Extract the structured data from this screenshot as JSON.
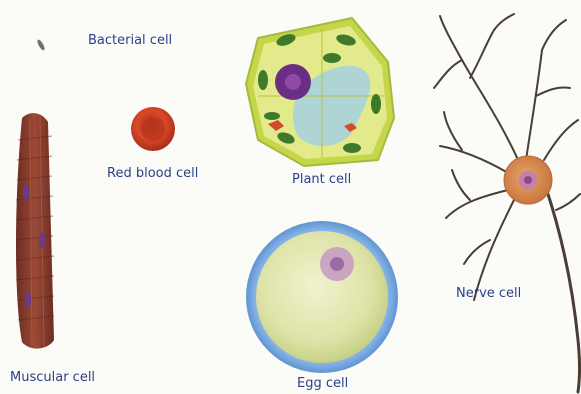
{
  "labels": {
    "bacterial_cell": "Bacterial cell",
    "red_blood_cell": "Red blood cell",
    "plant_cell": "Plant cell",
    "egg_cell": "Egg cell",
    "nerve_cell": "Nerve cell",
    "muscular_cell": "Muscular cell"
  },
  "colors": {
    "label_text": "#2b3f8a",
    "red_blood_cell": "#c83c1e",
    "plant_wall": "#c6d64a",
    "plant_cytoplasm": "#e2ea8c",
    "chloroplast": "#3f7a2c",
    "vacuole": "#a8d3da",
    "plant_nucleus": "#6a2f84",
    "egg_membrane": "#74a6dd",
    "egg_cytoplasm": "#e4e8b8",
    "egg_nucleus": "#c499c2",
    "nerve_body": "#d88a4a",
    "nerve_dendrite": "#4a3d33",
    "muscle_fiber": "#8a3f2e",
    "muscle_nucleus": "#6a3a8a",
    "bacterium": "#7a7a7a"
  }
}
